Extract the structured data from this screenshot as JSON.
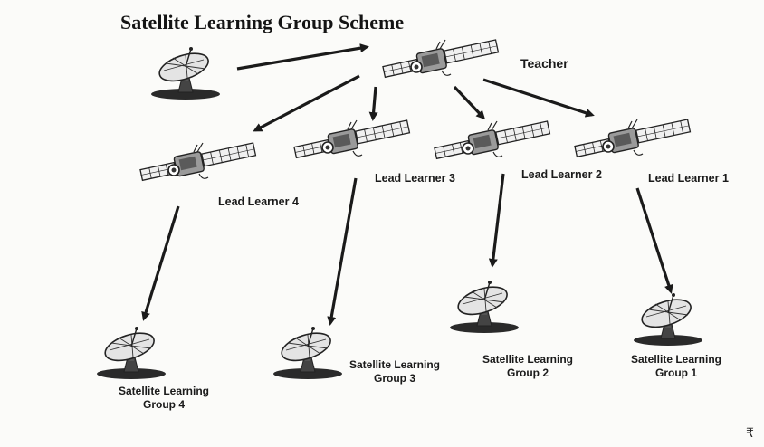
{
  "title": "Satellite Learning Group Scheme",
  "teacher_label": "Teacher",
  "lead_learners": [
    "Lead Learner 1",
    "Lead Learner 2",
    "Lead Learner 3",
    "Lead Learner 4"
  ],
  "groups": [
    {
      "line1": "Satellite Learning",
      "line2": "Group 1"
    },
    {
      "line1": "Satellite Learning",
      "line2": "Group 2"
    },
    {
      "line1": "Satellite Learning",
      "line2": "Group 3"
    },
    {
      "line1": "Satellite Learning",
      "line2": "Group 4"
    }
  ],
  "corner_mark": "₹"
}
